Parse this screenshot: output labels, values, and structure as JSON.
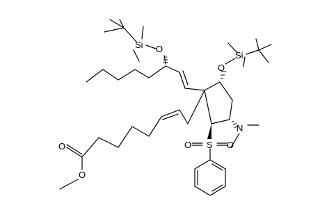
{
  "atoms": {
    "si_left": "Si",
    "o_left": "O",
    "si_right": "Si",
    "o_right": "O",
    "n_amine": "N",
    "s_sulfonyl": "S",
    "o_sulfonyl_left": "O",
    "o_sulfonyl_right": "O",
    "o_carbonyl": "O",
    "o_ester": "O"
  },
  "colors": {
    "bond": "#000000",
    "text": "#000000",
    "background": "#ffffff"
  }
}
